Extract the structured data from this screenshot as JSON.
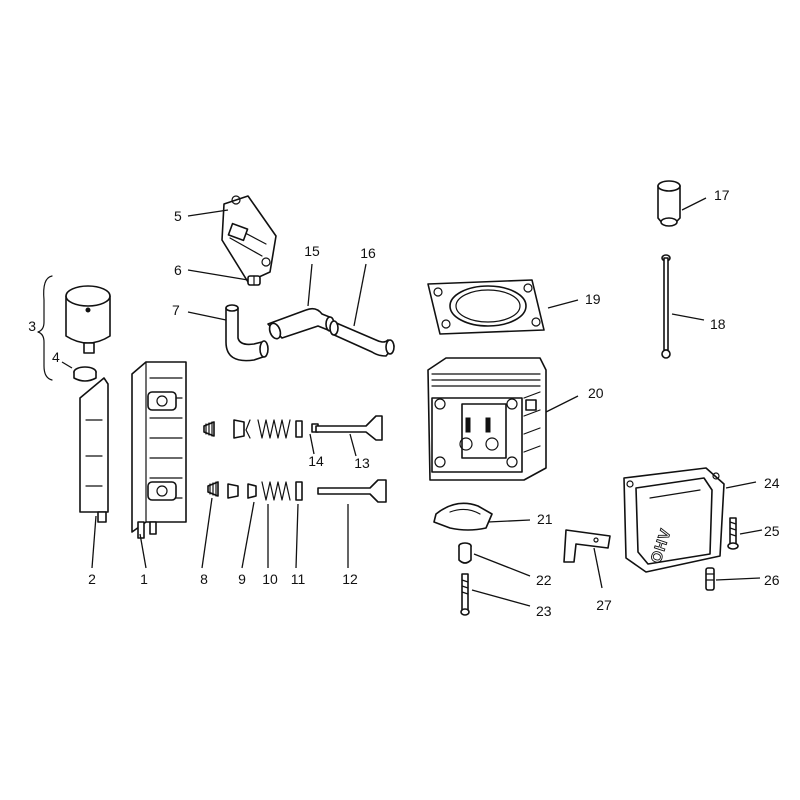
{
  "labels": [
    "1",
    "2",
    "3",
    "4",
    "5",
    "6",
    "7",
    "8",
    "9",
    "10",
    "11",
    "12",
    "13",
    "14",
    "15",
    "16",
    "17",
    "18",
    "19",
    "20",
    "21",
    "22",
    "23",
    "24",
    "25",
    "26",
    "27"
  ],
  "cover_marking": "OHV",
  "colors": {
    "line": "#111111",
    "background": "#ffffff"
  }
}
